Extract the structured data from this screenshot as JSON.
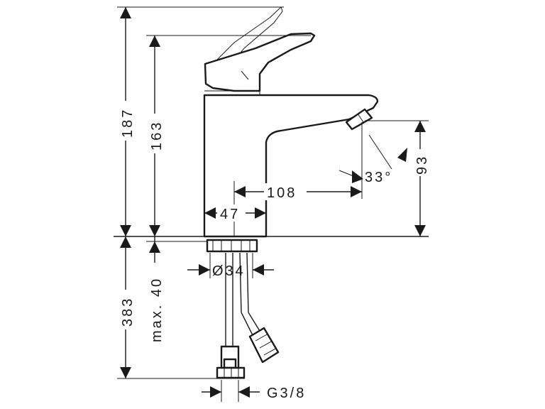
{
  "dimensions": {
    "total_height": "187",
    "spout_height": "163",
    "below_deck_length": "383",
    "max_deck_thickness": "max. 40",
    "spout_reach": "108",
    "base_width": "47",
    "outlet_height": "93",
    "outlet_angle": "33°",
    "shank_diameter": "Ø34",
    "connection_thread": "G3/8"
  }
}
